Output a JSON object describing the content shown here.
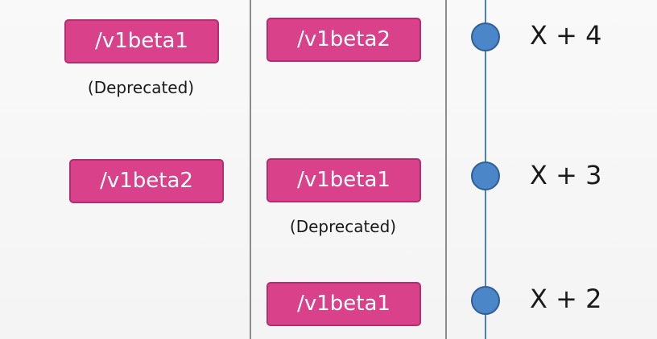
{
  "columns": {
    "left": {
      "row1": {
        "badge": "/v1beta1",
        "note": "(Deprecated)"
      },
      "row2": {
        "badge": "/v1beta2"
      }
    },
    "middle": {
      "row1": {
        "badge": "/v1beta2"
      },
      "row2": {
        "badge": "/v1beta1",
        "note": "(Deprecated)"
      },
      "row3": {
        "badge": "/v1beta1"
      }
    }
  },
  "timeline": {
    "labels": [
      "X + 4",
      "X + 3",
      "X + 2"
    ]
  },
  "colors": {
    "badge_fill": "#d9428a",
    "badge_border": "#b02f6f",
    "badge_text": "#ffffff",
    "timeline_line": "#4a7fc0",
    "timeline_dot": "#4a86c8",
    "divider": "#8c8c8c",
    "background": "#f7f7f7"
  },
  "icons": [
    "timeline-dot-icon"
  ]
}
